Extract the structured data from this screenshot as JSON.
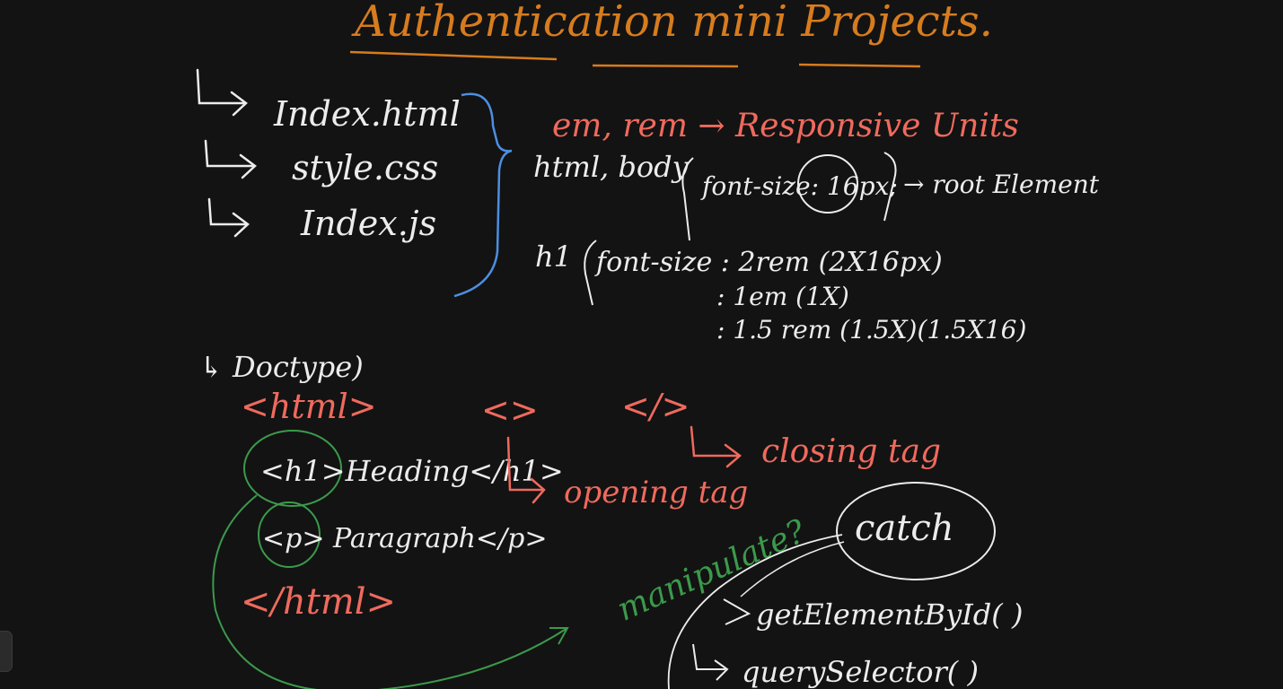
{
  "colors": {
    "background": "#131313",
    "white_ink": "#ececec",
    "orange_ink": "#d77c1e",
    "red_ink": "#ef6a5d",
    "blue_ink": "#4c8fe0",
    "green_ink": "#3b9a4b"
  },
  "title": "Authentication mini Projects.",
  "files": [
    "Index.html",
    "style.css",
    "Index.js"
  ],
  "css_notes": {
    "heading": "em, rem → Responsive Units",
    "body_rule_sel": "html, body",
    "body_rule_decl": "font-size: 16px;",
    "root_note": "→ root Element",
    "h1_sel": "h1",
    "h1_prop": "font-size : 2rem (2X16px)",
    "h1_alt1": ": 1em (1X)",
    "h1_alt2": ": 1.5 rem (1.5X)(1.5X16)"
  },
  "html_notes": {
    "doctype": "↳ Doctype)",
    "html_open": "<html>",
    "empty_tag": "<>",
    "closing_symbol": "</>",
    "closing_label": "closing tag",
    "h1_line": "<h1>Heading</h1>",
    "opening_label": "opening tag",
    "p_line": "<p> Paragraph</p>",
    "html_close": "</html>"
  },
  "js_notes": {
    "manipulate": "manipulate?",
    "catch": "catch",
    "get_by_id": "getElementById( )",
    "query_selector": "querySelector( )"
  }
}
